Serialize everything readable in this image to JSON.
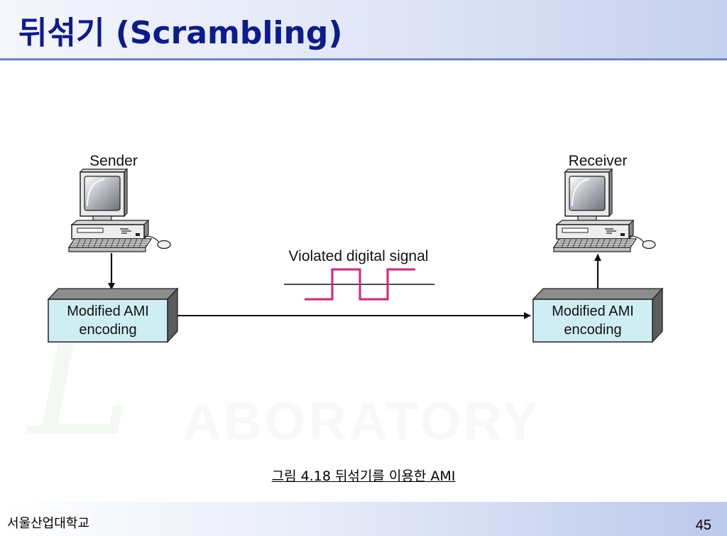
{
  "slide": {
    "title": "뒤섞기 (Scrambling)",
    "caption": "그림  4.18 뒤섞기를 이용한  AMI",
    "footer_school": "서울산업대학교",
    "page_number": "45"
  },
  "diagram": {
    "sender_label": "Sender",
    "receiver_label": "Receiver",
    "signal_label": "Violated digital signal",
    "encoder_left_line1": "Modified AMI",
    "encoder_left_line2": "encoding",
    "encoder_right_line1": "Modified AMI",
    "encoder_right_line2": "encoding",
    "watermark_text": "ABORATORY",
    "watermark_letter": "L",
    "colors": {
      "title": "#0d1b8c",
      "box_fill": "#cfeef4",
      "signal": "#d6237f"
    }
  }
}
